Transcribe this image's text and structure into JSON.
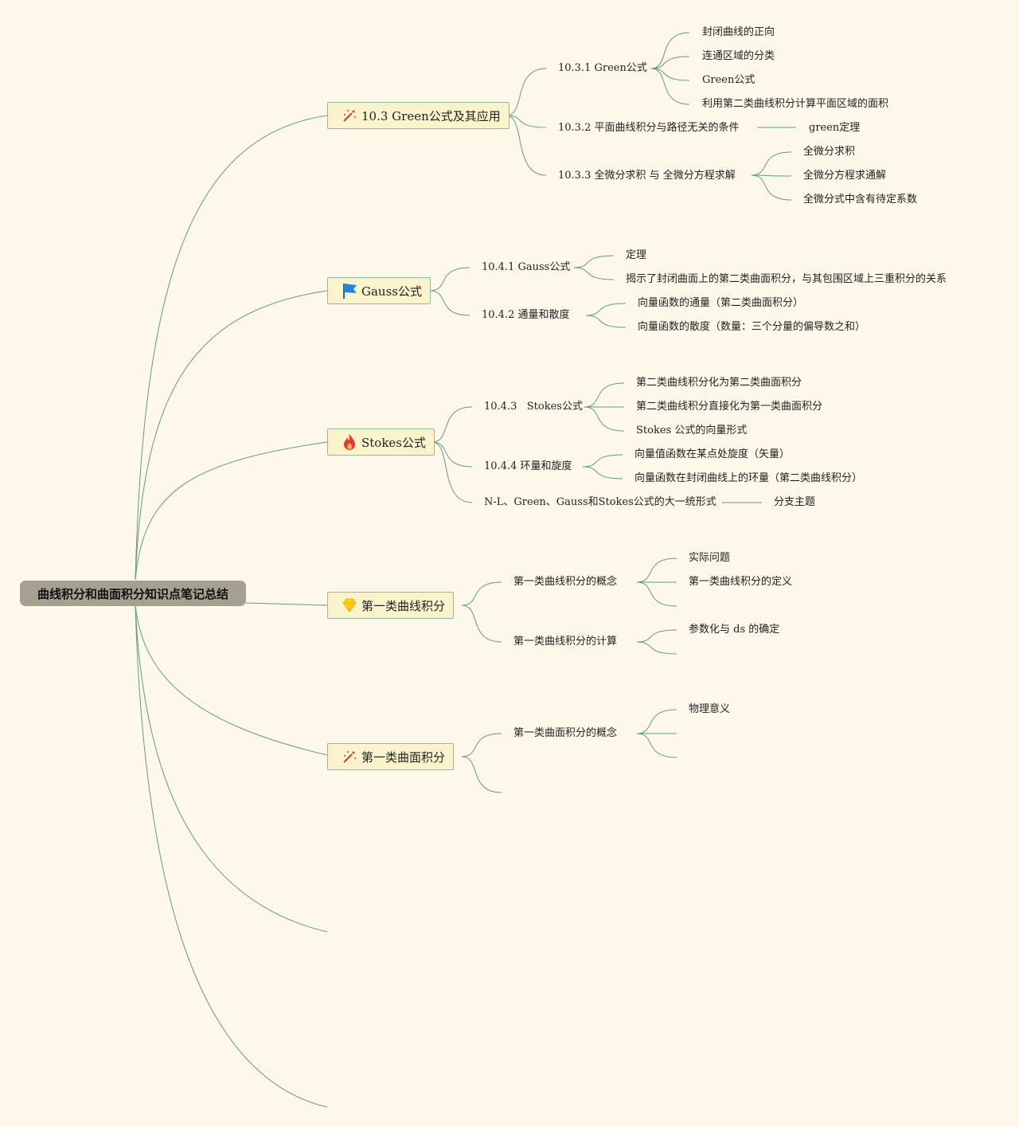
{
  "root": {
    "label": "曲线积分和曲面积分知识点笔记总结"
  },
  "branches": [
    {
      "label": "10.3 Green公式及其应用",
      "icon": "magic-wand-icon",
      "children": [
        {
          "label": "10.3.1 Green公式",
          "children": [
            "封闭曲线的正向",
            "连通区域的分类",
            "Green公式",
            "利用第二类曲线积分计算平面区域的面积"
          ]
        },
        {
          "label": "10.3.2 平面曲线积分与路径无关的条件",
          "children": [
            "green定理"
          ]
        },
        {
          "label": "10.3.3 全微分求积 与 全微分方程求解",
          "children": [
            "全微分求积",
            "全微分方程求通解",
            "全微分式中含有待定系数"
          ]
        }
      ]
    },
    {
      "label": "Gauss公式",
      "icon": "blue-flag-icon",
      "children": [
        {
          "label": "10.4.1 Gauss公式",
          "children": [
            "定理",
            "揭示了封闭曲面上的第二类曲面积分，与其包围区域上三重积分的关系"
          ]
        },
        {
          "label": "10.4.2   通量和散度",
          "children": [
            "向量函数的通量（第二类曲面积分）",
            "向量函数的散度（数量：三个分量的偏导数之和）"
          ]
        }
      ]
    },
    {
      "label": "Stokes公式",
      "icon": "fire-icon",
      "children": [
        {
          "label": "10.4.3   Stokes公式",
          "children": [
            "第二类曲线积分化为第二类曲面积分",
            "第二类曲线积分直接化为第一类曲面积分",
            "Stokes 公式的向量形式"
          ]
        },
        {
          "label": "10.4.4 环量和旋度",
          "children": [
            "向量值函数在某点处旋度（矢量）",
            "向量函数在封闭曲线上的环量（第二类曲线积分）"
          ]
        },
        {
          "label": "N-L、Green、Gauss和Stokes公式的大一统形式",
          "children": [
            "分支主题"
          ]
        }
      ]
    },
    {
      "label": "第一类曲线积分",
      "icon": "diamond-icon",
      "children": [
        {
          "label": "第一类曲线积分的概念",
          "children": [
            "实际问题",
            "第一类曲线积分的定义",
            ""
          ]
        },
        {
          "label": "第一类曲线积分的计算",
          "children": [
            "参数化与 ds 的确定",
            ""
          ]
        }
      ]
    },
    {
      "label": "第一类曲面积分",
      "icon": "magic-wand-icon",
      "children": [
        {
          "label": "第一类曲面积分的概念",
          "children": [
            "物理意义",
            "",
            ""
          ]
        },
        {
          "label": "",
          "children": []
        }
      ]
    }
  ],
  "colors": {
    "background": "#fdf8ea",
    "line": "#5e9a86",
    "topic_fill": "#fbf3cc",
    "root_fill": "#a5a08f"
  }
}
